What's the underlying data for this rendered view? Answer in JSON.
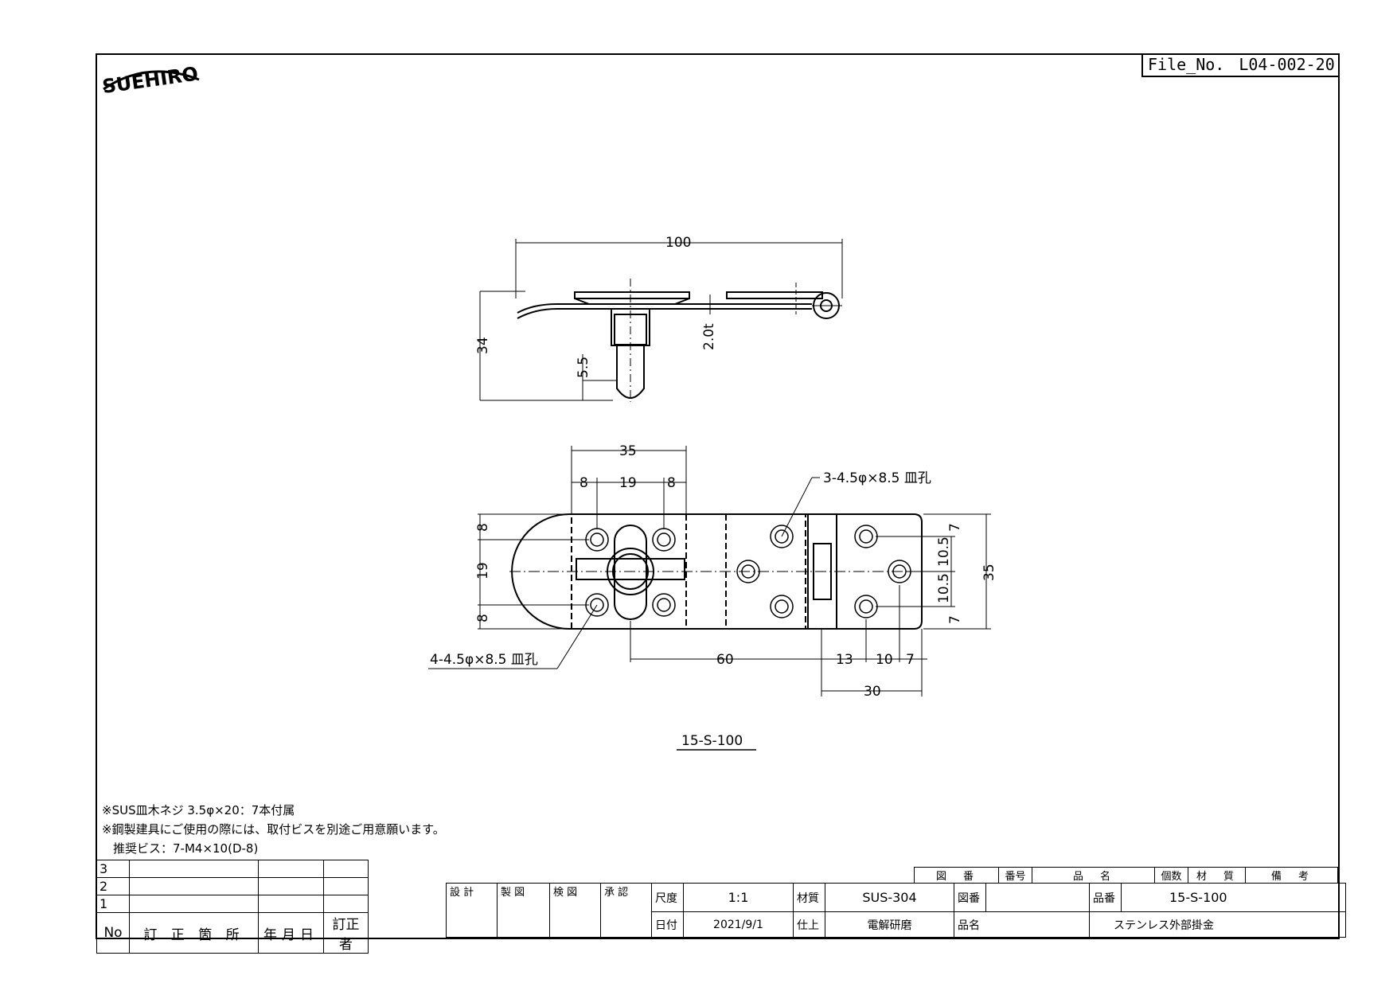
{
  "logo": {
    "text": "SUEHIRO"
  },
  "file_no": {
    "label": "File_No.",
    "value": "L04-002-20"
  },
  "part_label": "15-S-100",
  "dimensions": {
    "side_overall_length": "100",
    "side_height": "34",
    "side_thickness": "2.0t",
    "pin_length": "5.5",
    "plate_width": "35",
    "hole_spacing_left": "8",
    "hole_spacing_mid": "19",
    "hole_spacing_right": "8",
    "left_v_top": "8",
    "left_v_mid": "19",
    "left_v_bot": "8",
    "right_v_top": "7",
    "right_v_mid1": "10.5",
    "right_v_mid2": "10.5",
    "right_v_bot": "7",
    "right_v_total": "35",
    "base_60": "60",
    "base_13": "13",
    "base_10": "10",
    "base_7": "7",
    "base_30": "30",
    "hole_note_right": "3-4.5φ×8.5 皿孔",
    "hole_note_left": "4-4.5φ×8.5 皿孔"
  },
  "notes": [
    "※SUS皿木ネジ  3.5φ×20：7本付属",
    "※鋼製建具にご使用の際には、取付ビスを別途ご用意願います。",
    "推奨ビス：7-M4×10(D-8)"
  ],
  "revision": {
    "rows": [
      "3",
      "2",
      "1"
    ],
    "headers": {
      "no": "No",
      "place": "訂 正 箇 所",
      "date": "年月日",
      "by": "訂正者"
    }
  },
  "parts_header": {
    "drawing_no": "図　番",
    "number": "番号",
    "name": "品　名",
    "qty": "個数",
    "material": "材　質",
    "remarks": "備　考"
  },
  "title_block": {
    "design": "設 計",
    "draw": "製 図",
    "check": "検 図",
    "approve": "承 認",
    "scale_label": "尺度",
    "scale_value": "1:1",
    "material_label": "材質",
    "material_value": "SUS-304",
    "drawing_no_label": "図番",
    "product_label": "品番",
    "product_value": "15-S-100",
    "date_label": "日付",
    "date_value": "2021/9/1",
    "finish_label": "仕上",
    "finish_value": "電解研磨",
    "name_label": "品名",
    "name_value": "ステンレス外部掛金"
  }
}
